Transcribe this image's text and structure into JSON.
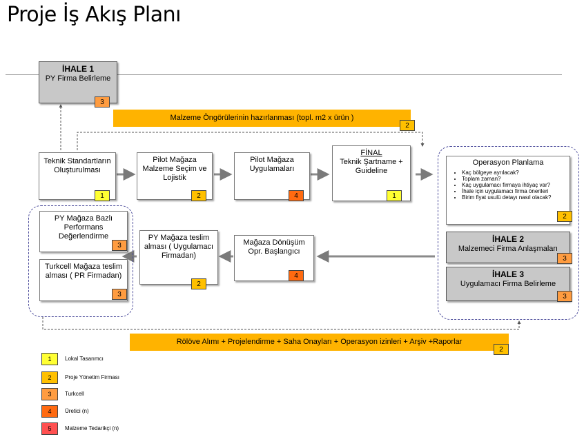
{
  "title": "Proje İş Akış Planı",
  "ihale1": {
    "heading": "İHALE 1",
    "label": "PY Firma Belirleme",
    "tag": "3"
  },
  "bar_top": {
    "label": "Malzeme Öngörülerinin hazırlanması (topl. m2 x ürün )",
    "tag": "2"
  },
  "bar_bottom": {
    "label": "Rölöve Alımı + Projelendirme + Saha Onayları + Operasyon izinleri + Arşiv +Raporlar",
    "tag": "2"
  },
  "row1": [
    {
      "label": "Teknik Standartların Oluşturulması",
      "tag": "1"
    },
    {
      "label": "Pilot Mağaza Malzeme Seçim ve Lojistik",
      "tag": "2"
    },
    {
      "label": "Pilot Mağaza Uygulamaları",
      "tag": "4"
    },
    {
      "heading": "FİNAL",
      "label": "Teknik Şartname + Guideline",
      "tag": "1"
    }
  ],
  "operations": {
    "heading": "Operasyon Planlama",
    "items": [
      "Kaç bölgeye ayrılacak?",
      "Toplam zaman?",
      "Kaç uygulamacı firmaya ihtiyaç var?",
      "İhale için uygulamacı firma önerileri",
      "Birim fiyat usulü detayı nasıl olacak?"
    ],
    "tag": "2"
  },
  "ihale2": {
    "heading": "İHALE 2",
    "label": "Malzemeci Firma Anlaşmaları",
    "tag": "3"
  },
  "ihale3": {
    "heading": "İHALE 3",
    "label": "Uygulamacı Firma Belirleme",
    "tag": "3"
  },
  "row2": [
    {
      "label": "Mağaza Dönüşüm Opr. Başlangıcı",
      "tag": "4"
    },
    {
      "label": "PY Mağaza teslim alması ( Uygulamacı Firmadan)",
      "tag": "2"
    }
  ],
  "left_group": [
    {
      "label": "PY Mağaza Bazlı Performans Değerlendirme",
      "tag": "3"
    },
    {
      "label": "Turkcell Mağaza teslim alması ( PR Firmadan)",
      "tag": "3"
    }
  ],
  "legend": [
    {
      "num": "1",
      "label": "Lokal Tasarımcı",
      "color": "#ffff33"
    },
    {
      "num": "2",
      "label": "Proje Yönetim Firması",
      "color": "#ffc000"
    },
    {
      "num": "3",
      "label": "Turkcell",
      "color": "#ff9c40"
    },
    {
      "num": "4",
      "label": "Üretici (n)",
      "color": "#ff6a10"
    },
    {
      "num": "5",
      "label": "Malzeme Tedarikçi (n)",
      "color": "#ff5050"
    }
  ]
}
